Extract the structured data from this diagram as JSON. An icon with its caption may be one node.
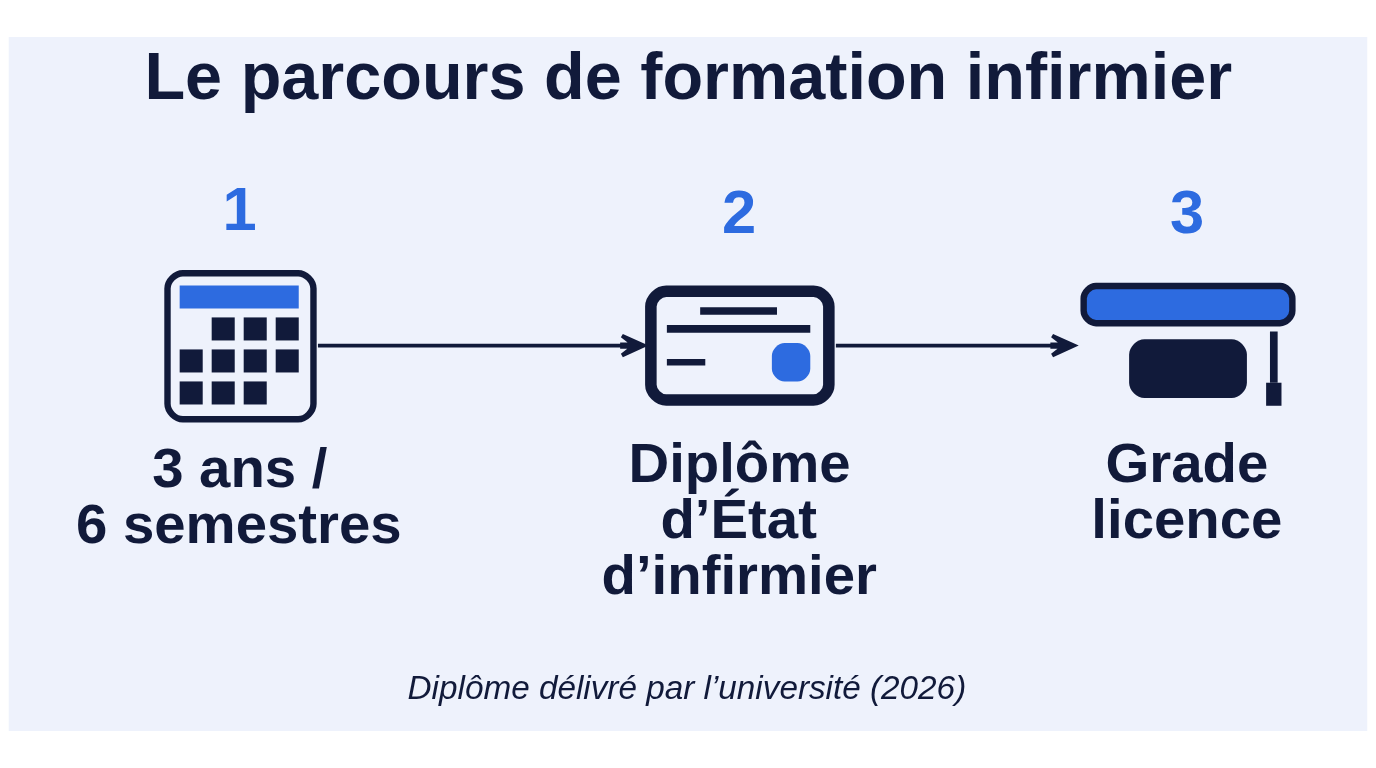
{
  "diagram": {
    "title": "Le parcours de formation infirmier",
    "nodes": [
      {
        "text": [
          "1",
          "3 ans / 6 semestres"
        ]
      },
      {
        "text": [
          "2",
          "Diplôme d’État d’infirmier"
        ]
      },
      {
        "text": [
          "3",
          "Grade licence"
        ]
      }
    ],
    "edges": [
      {
        "from": 0,
        "to": 1,
        "arrow": "to"
      },
      {
        "from": 1,
        "to": 2,
        "arrow": "to"
      }
    ],
    "caption": "Diplôme délivré par l’université (2026)"
  }
}
